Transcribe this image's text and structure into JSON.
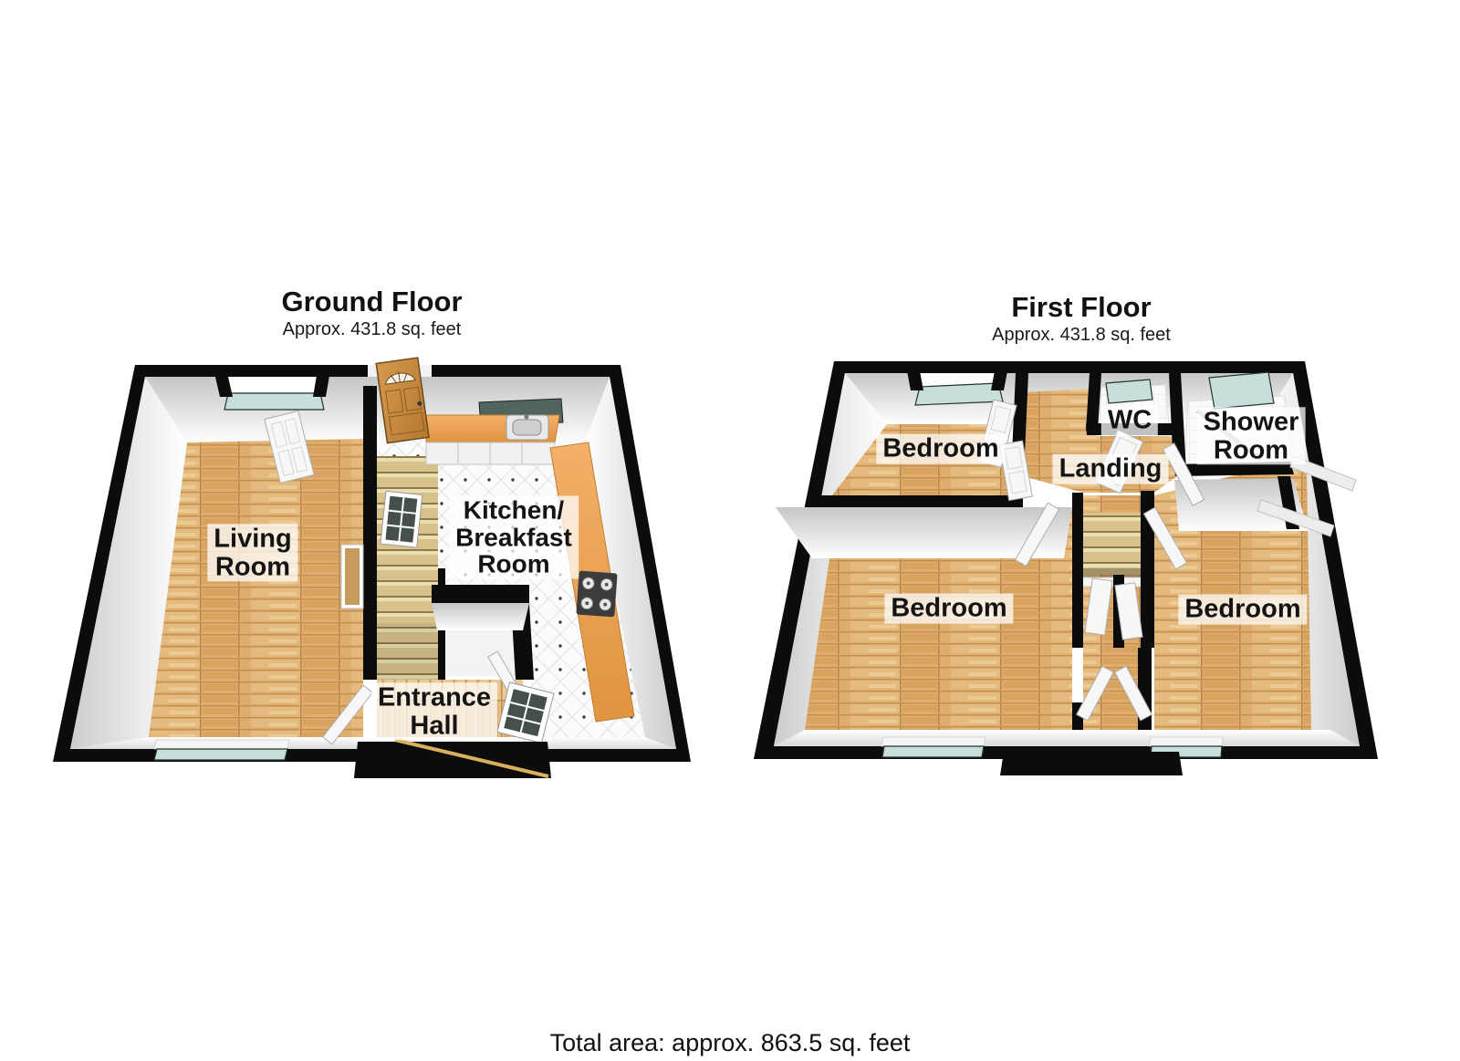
{
  "page": {
    "background": "#ffffff"
  },
  "ground_floor": {
    "title": "Ground Floor",
    "area_label": "Approx. 431.8 sq. feet",
    "rooms": {
      "living_room": "Living\nRoom",
      "kitchen": "Kitchen/\nBreakfast\nRoom",
      "entrance_hall": "Entrance\nHall"
    }
  },
  "first_floor": {
    "title": "First Floor",
    "area_label": "Approx. 431.8 sq. feet",
    "rooms": {
      "bedroom_top": "Bedroom",
      "landing": "Landing",
      "wc": "WC",
      "shower_room": "Shower\nRoom",
      "bedroom_left": "Bedroom",
      "bedroom_right": "Bedroom"
    }
  },
  "footer": {
    "total_area": "Total area: approx. 863.5 sq. feet"
  },
  "colors": {
    "page_bg": "#ffffff",
    "wall": "#0c0c0c",
    "wood_floor": "#dfae6f",
    "wood_floor_light": "#ecd2a2",
    "tile_floor": "#fbfbfb",
    "window_glass": "#c6dfdb",
    "stair": "#d8c28c",
    "counter": "#efa75b",
    "front_door": "#c8913f",
    "label_bg": "rgba(255,255,255,0.74)",
    "label_text": "#141414"
  }
}
